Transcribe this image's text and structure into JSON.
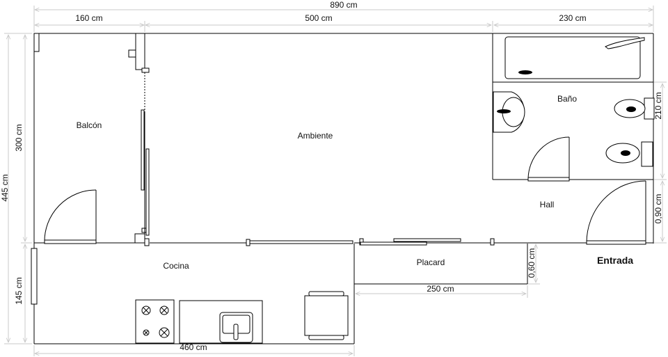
{
  "rooms": {
    "balcon": "Balcón",
    "ambiente": "Ambiente",
    "bano": "Baño",
    "hall": "Hall",
    "cocina": "Cocina",
    "placard": "Placard",
    "entrada": "Entrada"
  },
  "dimensions": {
    "total_width": "890 cm",
    "balcon_width": "160 cm",
    "ambiente_width": "500 cm",
    "bano_width": "230 cm",
    "total_height": "445 cm",
    "balcon_height": "300 cm",
    "cocina_height": "145 cm",
    "bano_height": "210 cm",
    "hall_height": "0,90 cm",
    "placard_depth": "0,60 cm",
    "placard_width": "250 cm",
    "cocina_width": "460 cm"
  }
}
